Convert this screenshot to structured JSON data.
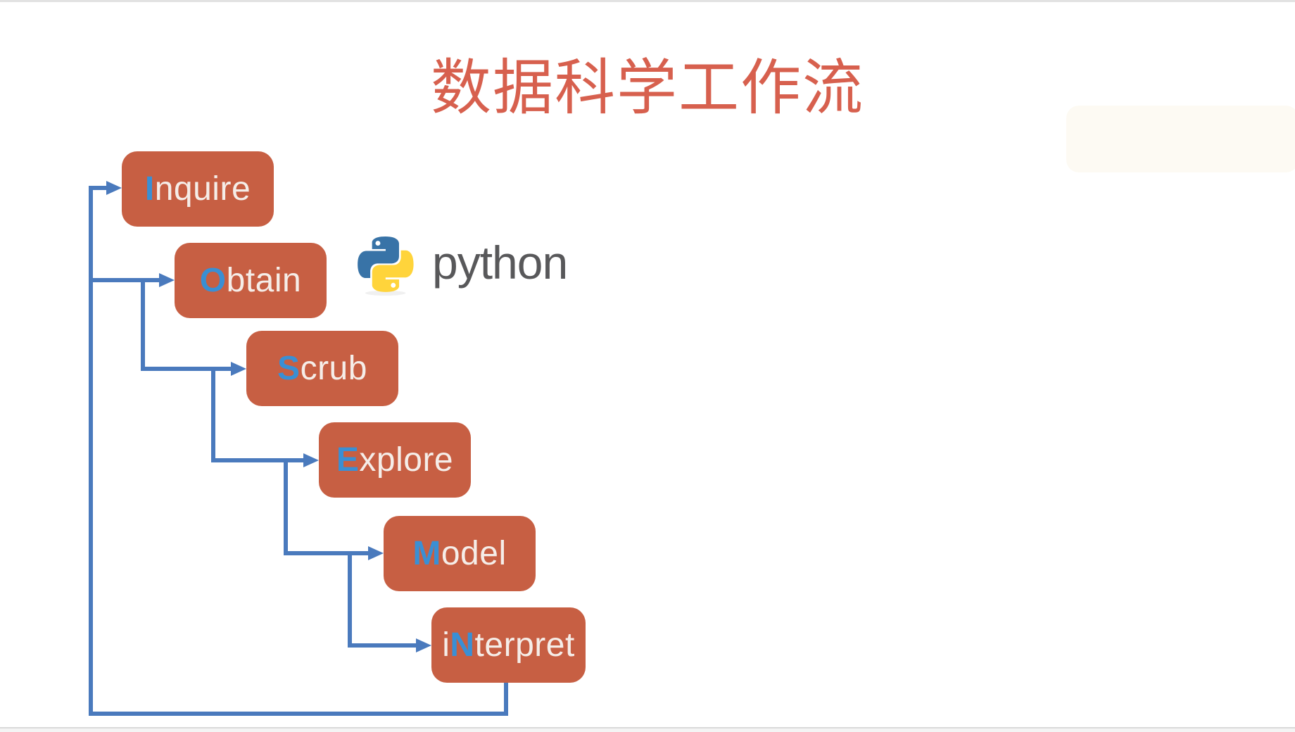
{
  "page": {
    "title": "数据科学工作流",
    "title_color": "#d7604e",
    "background": "#ffffff"
  },
  "python": {
    "wordmark": "python",
    "icon": "python-logo-icon",
    "icon_blue": "#3873a7",
    "icon_yellow": "#ffd43b",
    "wordmark_color": "#58585a"
  },
  "workflow": {
    "box_color": "#c75f43",
    "accent_color": "#3a8fd4",
    "label_color": "#f5ede8",
    "arrow_color": "#4a7abd",
    "loop": "iNterpret feeds back to Inquire",
    "steps": [
      {
        "name": "inquire",
        "pre": "",
        "accent": "I",
        "rest": "nquire"
      },
      {
        "name": "obtain",
        "pre": "",
        "accent": "O",
        "rest": "btain"
      },
      {
        "name": "scrub",
        "pre": "",
        "accent": "S",
        "rest": "crub"
      },
      {
        "name": "explore",
        "pre": "",
        "accent": "E",
        "rest": "xplore"
      },
      {
        "name": "model",
        "pre": "",
        "accent": "M",
        "rest": "odel"
      },
      {
        "name": "interpret",
        "pre": "i",
        "accent": "N",
        "rest": "terpret"
      }
    ]
  }
}
